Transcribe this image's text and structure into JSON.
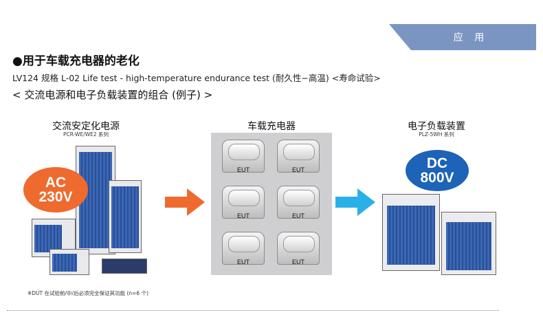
{
  "tab": {
    "label": "应 用"
  },
  "heading": "●用于车载充电器的老化",
  "subtitle": "LV124 规格 L-02 Life test - high-temperature endurance test (耐久性−高温) <寿命试验>",
  "combo_title": "< 交流电源和电子负载装置的组合 (例子) >",
  "columns": {
    "ac_source": {
      "title": "交流安定化电源",
      "model": "PCR-WE/WE2 系列"
    },
    "charger": {
      "title": "车载充电器"
    },
    "load": {
      "title": "电子负载装置",
      "model": "PLZ-5WH 系列"
    }
  },
  "badges": {
    "ac": {
      "line1": "AC",
      "line2": "230V",
      "color": "#ee6a2e"
    },
    "dc": {
      "line1": "DC",
      "line2": "800V",
      "color": "#1d63b7"
    }
  },
  "eut": {
    "label": "EUT",
    "count": 6
  },
  "arrows": {
    "left_color": "#ee6a2e",
    "right_color": "#2ab0e8"
  },
  "footnote": "※DUT 在试验前/中/后必须完全保证其功能 (n=6 个)"
}
